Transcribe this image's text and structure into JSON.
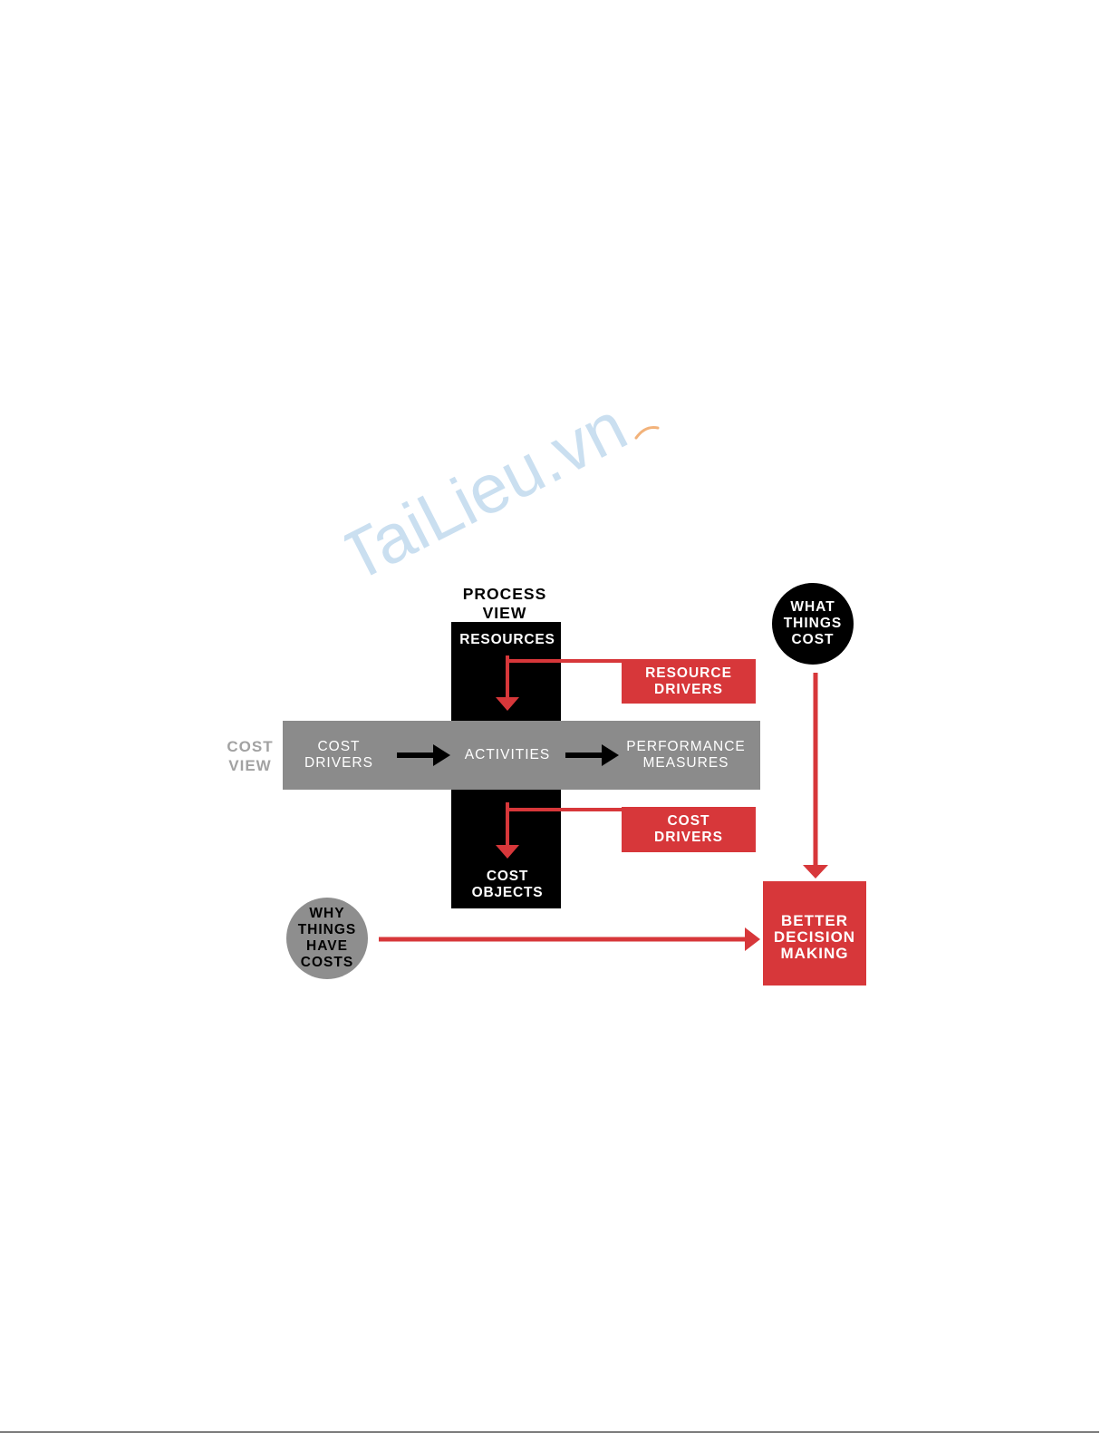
{
  "watermark": {
    "text": "TaiLieu.vn"
  },
  "process_view": {
    "title": [
      "PROCESS",
      "VIEW"
    ],
    "resources": "RESOURCES",
    "cost_objects": [
      "COST",
      "OBJECTS"
    ]
  },
  "cost_view": {
    "title": [
      "COST",
      "VIEW"
    ],
    "cost_drivers": [
      "COST",
      "DRIVERS"
    ],
    "activities": "ACTIVITIES",
    "performance_measures": [
      "PERFORMANCE",
      "MEASURES"
    ]
  },
  "resource_drivers": [
    "RESOURCE",
    "DRIVERS"
  ],
  "cost_drivers": [
    "COST",
    "DRIVERS"
  ],
  "what_things_cost": [
    "WHAT",
    "THINGS",
    "COST"
  ],
  "why_things_have_costs": [
    "WHY",
    "THINGS",
    "HAVE",
    "COSTS"
  ],
  "better_decision_making": [
    "BETTER",
    "DECISION",
    "MAKING"
  ],
  "colors": {
    "red": "#d7373a",
    "black": "#000000",
    "band": "#8b8b8b",
    "circle_gray": "#8e8e8e",
    "label_gray": "#a2a2a2",
    "watermark": "#cadff0",
    "swoosh": "#f2b27a"
  }
}
